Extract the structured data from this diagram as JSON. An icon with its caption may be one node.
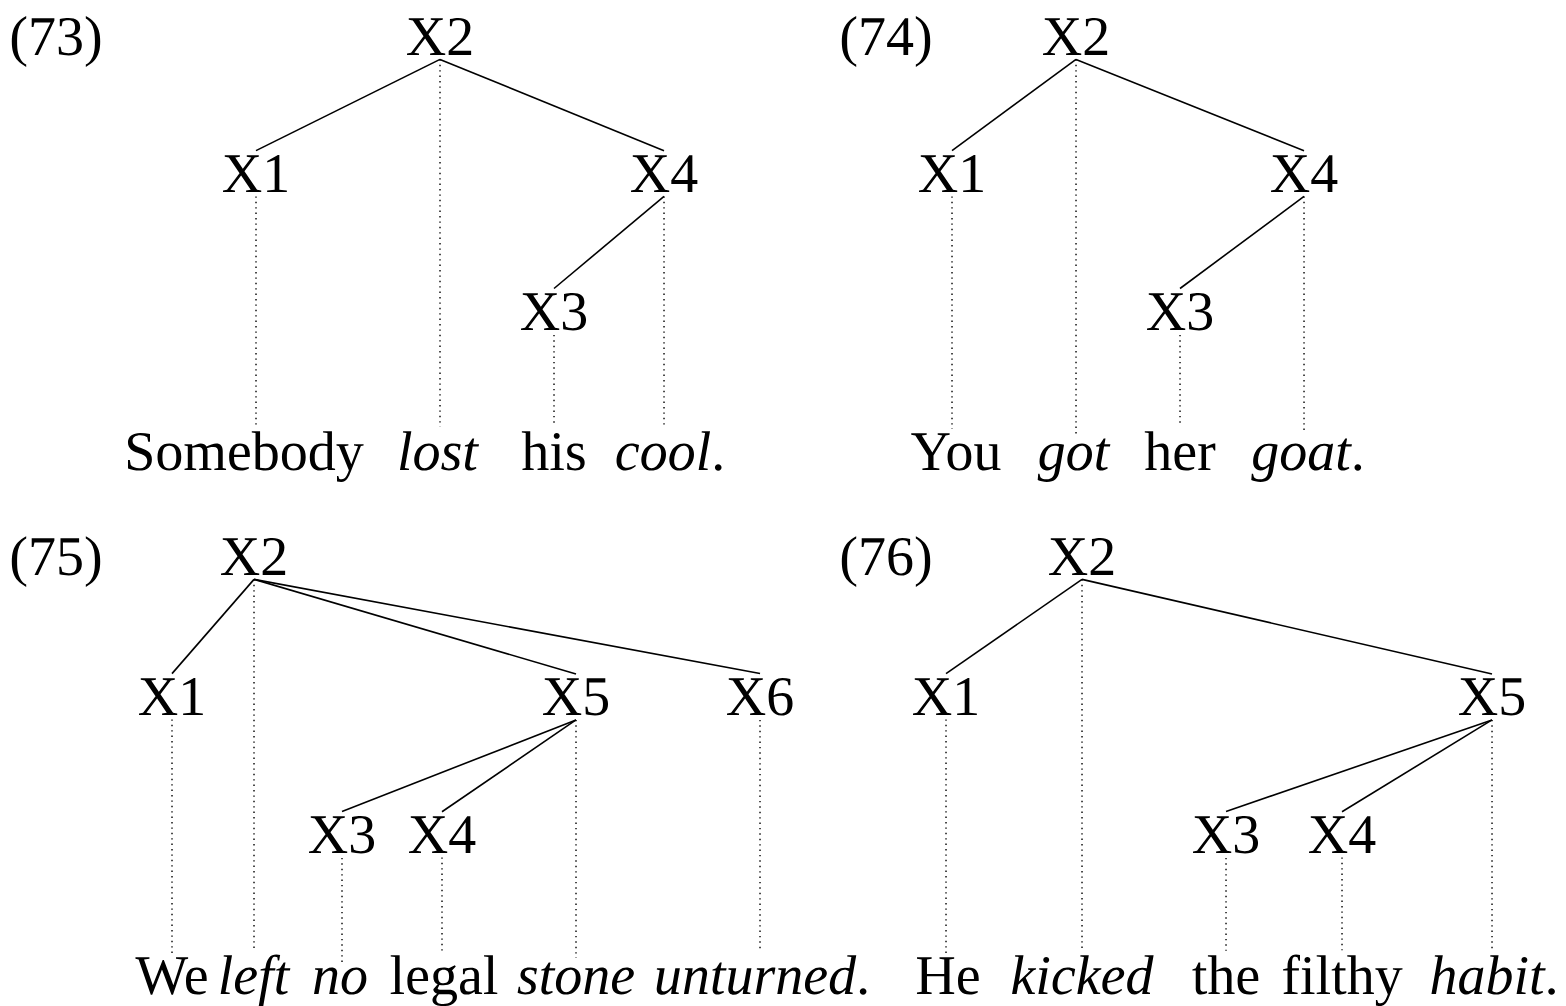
{
  "diagram": {
    "nodes": [
      {
        "text": [
          "X2"
        ]
      },
      {
        "text": [
          "X1"
        ]
      },
      {
        "text": [
          "X4"
        ]
      },
      {
        "text": [
          "X3"
        ]
      },
      {
        "text": [
          "Somebody"
        ]
      },
      {
        "text": [
          "*lost*"
        ]
      },
      {
        "text": [
          "his"
        ]
      },
      {
        "text": [
          "*cool*."
        ]
      },
      {
        "text": [
          "X2"
        ]
      },
      {
        "text": [
          "X1"
        ]
      },
      {
        "text": [
          "X4"
        ]
      },
      {
        "text": [
          "X3"
        ]
      },
      {
        "text": [
          "You"
        ]
      },
      {
        "text": [
          "*got*"
        ]
      },
      {
        "text": [
          "her"
        ]
      },
      {
        "text": [
          "*goat*."
        ]
      },
      {
        "text": [
          "X2"
        ]
      },
      {
        "text": [
          "X1"
        ]
      },
      {
        "text": [
          "X5"
        ]
      },
      {
        "text": [
          "X6"
        ]
      },
      {
        "text": [
          "X3"
        ]
      },
      {
        "text": [
          "X4"
        ]
      },
      {
        "text": [
          "We"
        ]
      },
      {
        "text": [
          "*left*"
        ]
      },
      {
        "text": [
          "*no*"
        ]
      },
      {
        "text": [
          "legal"
        ]
      },
      {
        "text": [
          "*stone*"
        ]
      },
      {
        "text": [
          "*unturned*."
        ]
      },
      {
        "text": [
          "X2"
        ]
      },
      {
        "text": [
          "X1"
        ]
      },
      {
        "text": [
          "X5"
        ]
      },
      {
        "text": [
          "X3"
        ]
      },
      {
        "text": [
          "X4"
        ]
      },
      {
        "text": [
          "He"
        ]
      },
      {
        "text": [
          "*kicked*"
        ]
      },
      {
        "text": [
          "the"
        ]
      },
      {
        "text": [
          "filthy"
        ]
      },
      {
        "text": [
          "*habit*."
        ]
      }
    ],
    "edges": [
      {
        "from": 0,
        "to": 1,
        "arrow": "none"
      },
      {
        "from": 0,
        "to": 2,
        "arrow": "none"
      },
      {
        "from": 2,
        "to": 3,
        "arrow": "none"
      },
      {
        "from": 1,
        "to": 4,
        "arrow": "none",
        "style": "dashed"
      },
      {
        "from": 0,
        "to": 5,
        "arrow": "none",
        "style": "dashed"
      },
      {
        "from": 3,
        "to": 6,
        "arrow": "none",
        "style": "dashed"
      },
      {
        "from": 2,
        "to": 7,
        "arrow": "none",
        "style": "dashed"
      },
      {
        "from": 8,
        "to": 9,
        "arrow": "none"
      },
      {
        "from": 8,
        "to": 10,
        "arrow": "none"
      },
      {
        "from": 10,
        "to": 11,
        "arrow": "none"
      },
      {
        "from": 9,
        "to": 12,
        "arrow": "none",
        "style": "dashed"
      },
      {
        "from": 8,
        "to": 13,
        "arrow": "none",
        "style": "dashed"
      },
      {
        "from": 11,
        "to": 14,
        "arrow": "none",
        "style": "dashed"
      },
      {
        "from": 10,
        "to": 15,
        "arrow": "none",
        "style": "dashed"
      },
      {
        "from": 16,
        "to": 17,
        "arrow": "none"
      },
      {
        "from": 16,
        "to": 18,
        "arrow": "none"
      },
      {
        "from": 16,
        "to": 19,
        "arrow": "none"
      },
      {
        "from": 18,
        "to": 20,
        "arrow": "none"
      },
      {
        "from": 18,
        "to": 21,
        "arrow": "none"
      },
      {
        "from": 17,
        "to": 22,
        "arrow": "none",
        "style": "dashed"
      },
      {
        "from": 16,
        "to": 23,
        "arrow": "none",
        "style": "dashed"
      },
      {
        "from": 20,
        "to": 24,
        "arrow": "none",
        "style": "dashed"
      },
      {
        "from": 21,
        "to": 25,
        "arrow": "none",
        "style": "dashed"
      },
      {
        "from": 18,
        "to": 26,
        "arrow": "none",
        "style": "dashed"
      },
      {
        "from": 19,
        "to": 27,
        "arrow": "none",
        "style": "dashed"
      },
      {
        "from": 28,
        "to": 29,
        "arrow": "none"
      },
      {
        "from": 28,
        "to": 30,
        "arrow": "none"
      },
      {
        "from": 30,
        "to": 31,
        "arrow": "none"
      },
      {
        "from": 30,
        "to": 32,
        "arrow": "none"
      },
      {
        "from": 29,
        "to": 33,
        "arrow": "none",
        "style": "dashed"
      },
      {
        "from": 28,
        "to": 34,
        "arrow": "none",
        "style": "dashed"
      },
      {
        "from": 31,
        "to": 35,
        "arrow": "none",
        "style": "dashed"
      },
      {
        "from": 32,
        "to": 36,
        "arrow": "none",
        "style": "dashed"
      },
      {
        "from": 30,
        "to": 37,
        "arrow": "none",
        "style": "dashed"
      }
    ],
    "labels": [
      "(73)",
      "(74)",
      "(75)",
      "(76)"
    ]
  }
}
